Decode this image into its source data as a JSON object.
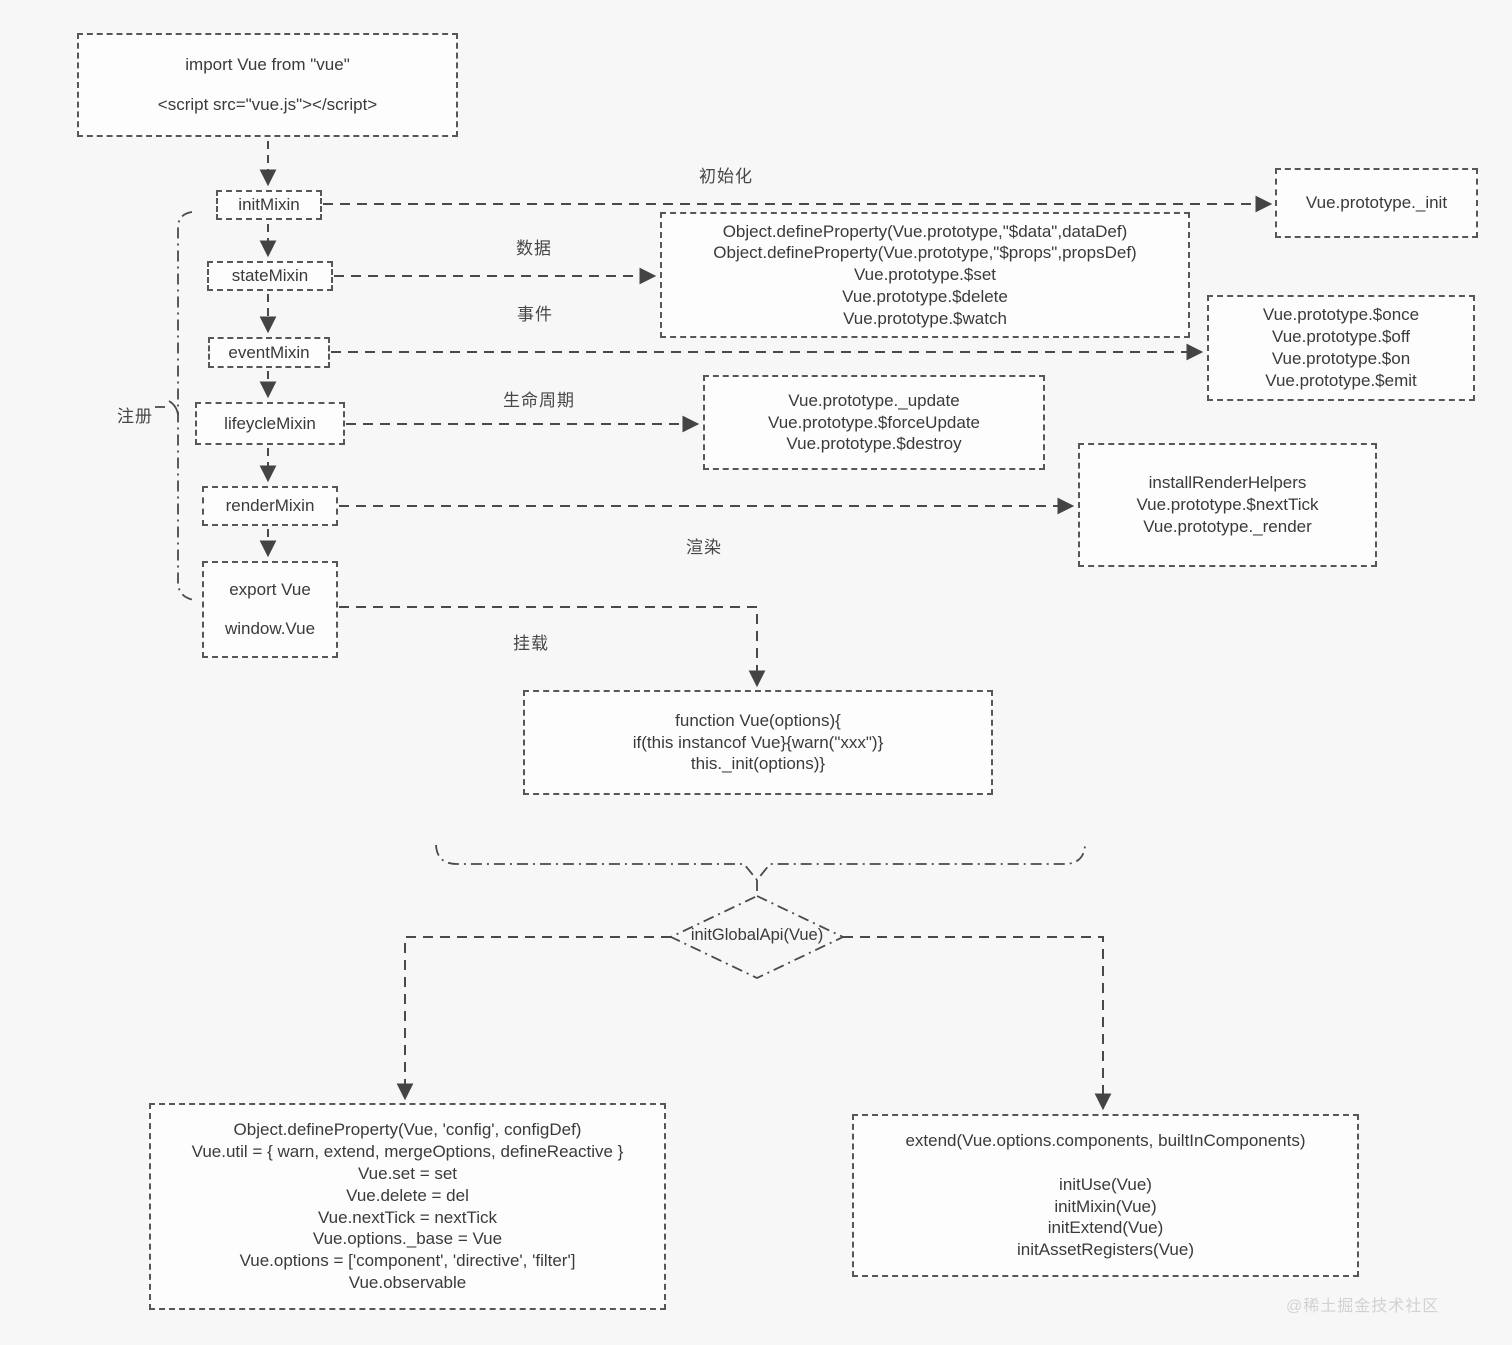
{
  "watermark": "@稀土掘金技术社区",
  "edge_labels": {
    "init": "初始化",
    "data": "数据",
    "event": "事件",
    "lifecycle": "生命周期",
    "render": "渲染",
    "mount": "挂载",
    "register": "注册"
  },
  "boxes": {
    "import": {
      "lines": [
        "import Vue from \"vue\"",
        "<script src=\"vue.js\"></script>"
      ]
    },
    "init_mixin": {
      "label": "initMixin"
    },
    "state_mixin": {
      "label": "stateMixin"
    },
    "event_mixin": {
      "label": "eventMixin"
    },
    "lifecycle_mixin": {
      "label": "lifeycleMixin"
    },
    "render_mixin": {
      "label": "renderMixin"
    },
    "export": {
      "lines": [
        "export Vue",
        "window.Vue"
      ]
    },
    "proto_init": {
      "label": "Vue.prototype._init"
    },
    "state_detail": {
      "lines": [
        "Object.defineProperty(Vue.prototype,\"$data\",dataDef)",
        "Object.defineProperty(Vue.prototype,\"$props\",propsDef)",
        "Vue.prototype.$set",
        "Vue.prototype.$delete",
        "Vue.prototype.$watch"
      ]
    },
    "event_detail": {
      "lines": [
        "Vue.prototype.$once",
        "Vue.prototype.$off",
        "Vue.prototype.$on",
        "Vue.prototype.$emit"
      ]
    },
    "lifecycle_detail": {
      "lines": [
        "Vue.prototype._update",
        "Vue.prototype.$forceUpdate",
        "Vue.prototype.$destroy"
      ]
    },
    "render_detail": {
      "lines": [
        "installRenderHelpers",
        "Vue.prototype.$nextTick",
        "Vue.prototype._render"
      ]
    },
    "vue_function": {
      "lines": [
        "function Vue(options){",
        "if(this instancof Vue}{warn(\"xxx\")}",
        "this._init(options)}"
      ]
    },
    "global_api_left": {
      "lines": [
        "Object.defineProperty(Vue, 'config', configDef)",
        "Vue.util = { warn, extend, mergeOptions, defineReactive }",
        "Vue.set = set",
        "Vue.delete = del",
        "Vue.nextTick = nextTick",
        "Vue.options._base = Vue",
        "Vue.options = ['component', 'directive', 'filter']",
        "Vue.observable"
      ]
    },
    "global_api_right": {
      "lines": [
        "extend(Vue.options.components, builtInComponents)",
        "",
        "initUse(Vue)",
        "initMixin(Vue)",
        "initExtend(Vue)",
        "initAssetRegisters(Vue)"
      ]
    }
  },
  "diamond": {
    "label": "initGlobalApi(Vue)"
  }
}
